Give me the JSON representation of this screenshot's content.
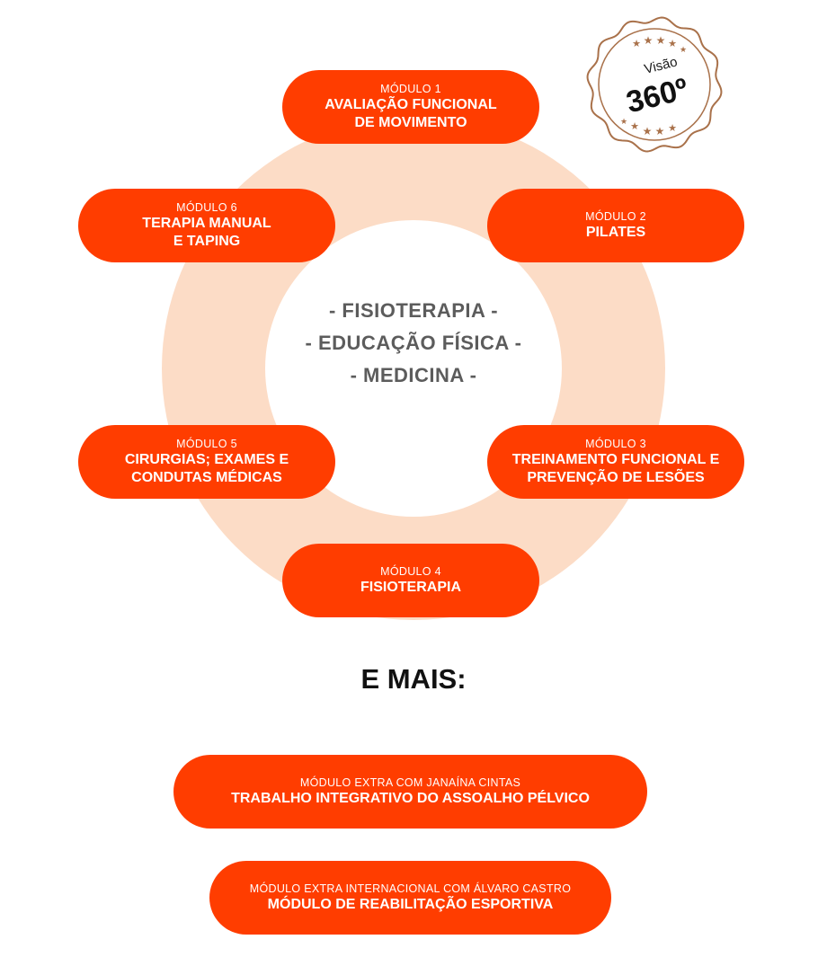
{
  "center": {
    "lines": [
      "- FISIOTERAPIA -",
      "- EDUCAÇÃO FÍSICA -",
      "- MEDICINA -"
    ]
  },
  "modules": [
    {
      "label": "MÓDULO 1",
      "title": "AVALIAÇÃO FUNCIONAL\nDE MOVIMENTO"
    },
    {
      "label": "MÓDULO 2",
      "title": "PILATES"
    },
    {
      "label": "MÓDULO 3",
      "title": "TREINAMENTO FUNCIONAL E\nPREVENÇÃO DE LESÕES"
    },
    {
      "label": "MÓDULO 4",
      "title": "FISIOTERAPIA"
    },
    {
      "label": "MÓDULO 5",
      "title": "CIRURGIAS; EXAMES E\nCONDUTAS MÉDICAS"
    },
    {
      "label": "MÓDULO 6",
      "title": "TERAPIA MANUAL\nE TAPING"
    }
  ],
  "more_heading": "E MAIS:",
  "extras": [
    {
      "label": "MÓDULO EXTRA COM JANAÍNA CINTAS",
      "title": "TRABALHO INTEGRATIVO DO ASSOALHO PÉLVICO"
    },
    {
      "label": "MÓDULO EXTRA INTERNACIONAL COM ÁLVARO CASTRO",
      "title": "MÓDULO DE REABILITAÇÃO ESPORTIVA"
    }
  ],
  "badge": {
    "line1": "Visão",
    "line2": "360º"
  },
  "colors": {
    "accent": "#ff3d00",
    "ring": "#fcdcc6",
    "badge": "#a9714a",
    "center_text": "#5c5c5c"
  }
}
